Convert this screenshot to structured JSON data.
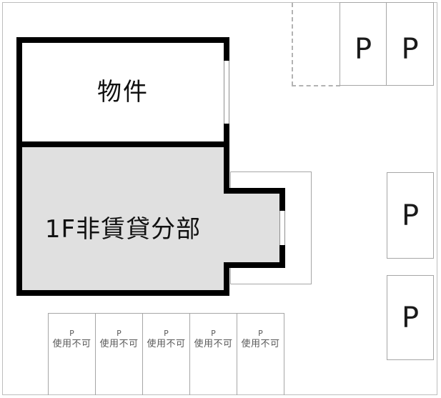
{
  "rooms": {
    "upper_label": "物件",
    "lower_label": "1F非賃貸分部"
  },
  "parking": {
    "top_stalls": [
      {
        "label": "P"
      },
      {
        "label": "P"
      }
    ],
    "right_stalls": [
      {
        "label": "P"
      },
      {
        "label": "P"
      }
    ],
    "bottom_stalls": [
      {
        "label": "P",
        "status": "使用不可"
      },
      {
        "label": "P",
        "status": "使用不可"
      },
      {
        "label": "P",
        "status": "使用不可"
      },
      {
        "label": "P",
        "status": "使用不可"
      },
      {
        "label": "P",
        "status": "使用不可"
      }
    ]
  },
  "colors": {
    "wall": "#000000",
    "section_fill": "#e0e0e0",
    "stall_border": "#a6a6a6",
    "frame_border": "#bdbdbd",
    "dashed_line": "#b3b3b3",
    "window_line": "#8f8f8f",
    "stall_label_text": "#1a1a1a",
    "room_label_text": "#111111",
    "muted_text": "#595959"
  }
}
